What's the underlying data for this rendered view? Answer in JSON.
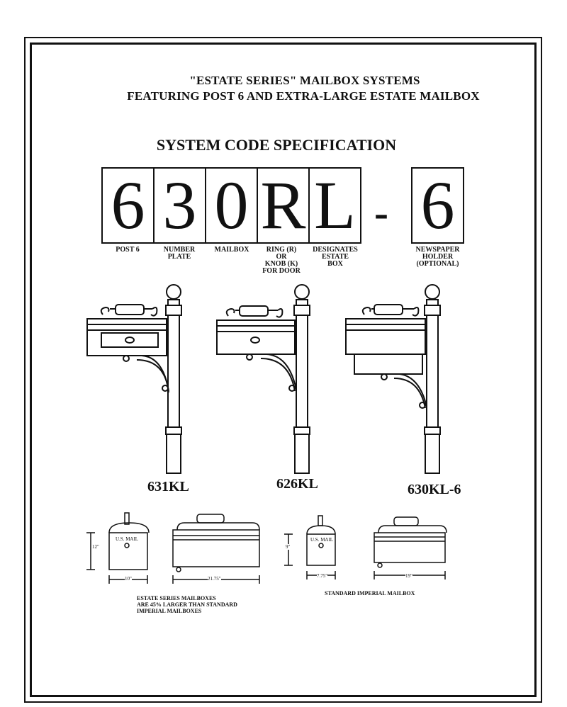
{
  "header": {
    "line1": "\"ESTATE SERIES\" MAILBOX SYSTEMS",
    "line2": "FEATURING POST 6 AND EXTRA-LARGE ESTATE MAILBOX"
  },
  "spec": {
    "title": "SYSTEM CODE SPECIFICATION",
    "chars": [
      "6",
      "3",
      "0",
      "R",
      "L"
    ],
    "dash": "-",
    "optional_char": "6",
    "captions": {
      "post": [
        "POST 6"
      ],
      "number_plate": [
        "NUMBER",
        "PLATE"
      ],
      "mailbox": [
        "MAILBOX"
      ],
      "ring_knob": [
        "RING (R)",
        "OR",
        "KNOB (K)",
        "FOR DOOR"
      ],
      "estate": [
        "DESIGNATES",
        "ESTATE",
        "BOX"
      ],
      "newspaper": [
        "NEWSPAPER",
        "HOLDER",
        "(OPTIONAL)"
      ]
    }
  },
  "models": [
    {
      "label": "631KL"
    },
    {
      "label": "626KL"
    },
    {
      "label": "630KL-6"
    }
  ],
  "comparison": {
    "estate": {
      "front_label": "U.S. MAIL",
      "height": "12\"",
      "width": "10\"",
      "depth": "21.75\"",
      "note": [
        "ESTATE SERIES MAILBOXES",
        "ARE 45% LARGER THAN STANDARD",
        "IMPERIAL MAILBOXES"
      ]
    },
    "standard": {
      "front_label": "U.S. MAIL",
      "height": "9\"",
      "width": "7.75\"",
      "depth": "19\"",
      "note": [
        "STANDARD IMPERIAL MAILBOX"
      ]
    }
  }
}
